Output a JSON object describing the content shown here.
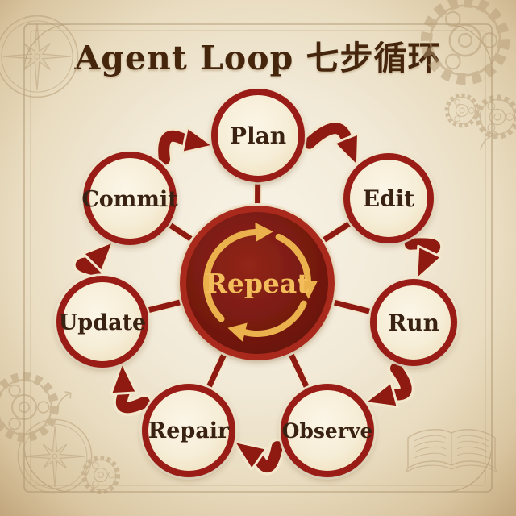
{
  "title": "Agent Loop 七步循环",
  "center": {
    "label": "Repeat"
  },
  "nodes": [
    {
      "id": "plan",
      "label": "Plan"
    },
    {
      "id": "edit",
      "label": "Edit"
    },
    {
      "id": "run",
      "label": "Run"
    },
    {
      "id": "observe",
      "label": "Observe"
    },
    {
      "id": "repair",
      "label": "Repair"
    },
    {
      "id": "update",
      "label": "Update"
    },
    {
      "id": "commit",
      "label": "Commit"
    }
  ],
  "edges": [
    {
      "from": "plan",
      "to": "edit"
    },
    {
      "from": "edit",
      "to": "run"
    },
    {
      "from": "run",
      "to": "observe"
    },
    {
      "from": "observe",
      "to": "repair"
    },
    {
      "from": "repair",
      "to": "update"
    },
    {
      "from": "update",
      "to": "commit"
    },
    {
      "from": "commit",
      "to": "plan"
    }
  ],
  "colors": {
    "arrow_red": "#8e1a11",
    "arrow_outline_cream": "#f3e7cd",
    "node_ring_red": "#9a1d13",
    "node_fill": "#f7eed8",
    "center_maroon": "#6d150f",
    "center_rim": "#a92c1f",
    "gold": "#ebb14d",
    "title_brown": "#45260d",
    "paper": "#efe6d2",
    "decoration_sepia": "#b49a74"
  }
}
